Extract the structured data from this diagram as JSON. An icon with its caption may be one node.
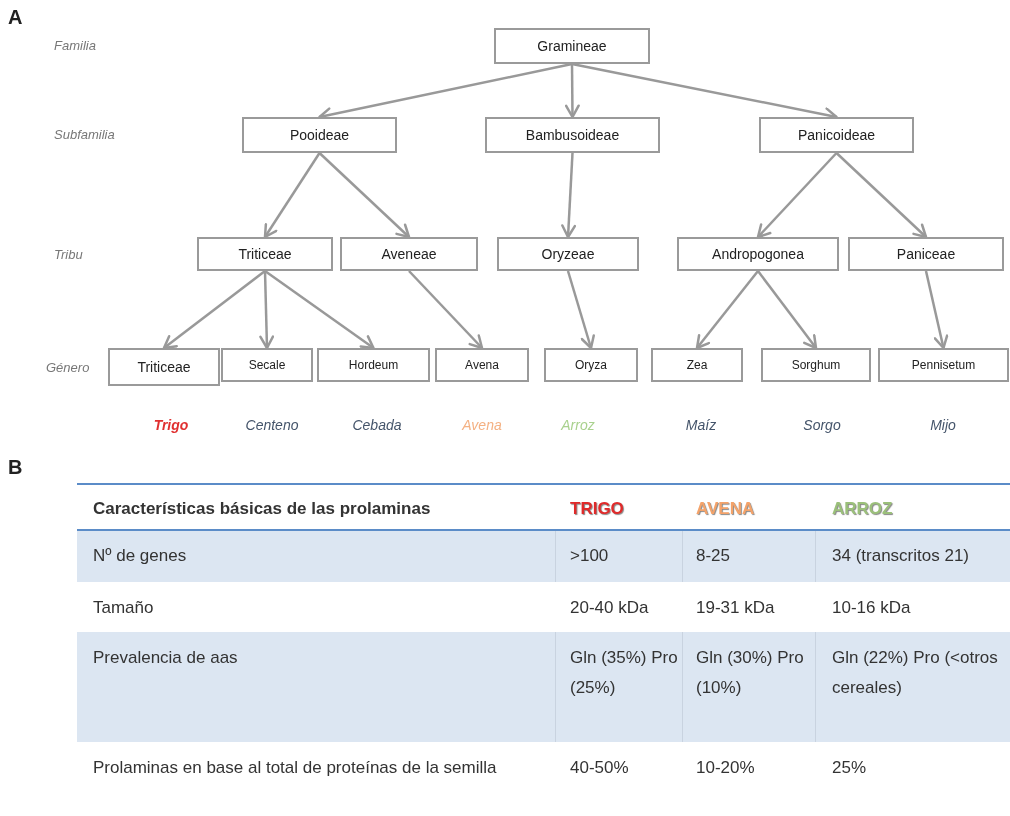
{
  "diagram": {
    "nodes": [
      {
        "text": [
          "Gramineae"
        ]
      },
      {
        "text": [
          "Pooideae"
        ]
      },
      {
        "text": [
          "Bambusoideae"
        ]
      },
      {
        "text": [
          "Panicoideae"
        ]
      },
      {
        "text": [
          "Triticeae"
        ]
      },
      {
        "text": [
          "Aveneae"
        ]
      },
      {
        "text": [
          "Oryzeae"
        ]
      },
      {
        "text": [
          "Andropogonea"
        ]
      },
      {
        "text": [
          "Paniceae"
        ]
      },
      {
        "text": [
          "Triticeae"
        ]
      },
      {
        "text": [
          "Secale"
        ]
      },
      {
        "text": [
          "Hordeum"
        ]
      },
      {
        "text": [
          "Avena"
        ]
      },
      {
        "text": [
          "Oryza"
        ]
      },
      {
        "text": [
          "Zea"
        ]
      },
      {
        "text": [
          "Sorghum"
        ]
      },
      {
        "text": [
          "Pennisetum"
        ]
      }
    ],
    "edges": [
      {
        "from": 0,
        "to": 1,
        "arrow": "to"
      },
      {
        "from": 0,
        "to": 2,
        "arrow": "to"
      },
      {
        "from": 0,
        "to": 3,
        "arrow": "to"
      },
      {
        "from": 1,
        "to": 4,
        "arrow": "to"
      },
      {
        "from": 1,
        "to": 5,
        "arrow": "to"
      },
      {
        "from": 2,
        "to": 6,
        "arrow": "to"
      },
      {
        "from": 3,
        "to": 7,
        "arrow": "to"
      },
      {
        "from": 3,
        "to": 8,
        "arrow": "to"
      },
      {
        "from": 4,
        "to": 9,
        "arrow": "to"
      },
      {
        "from": 4,
        "to": 10,
        "arrow": "to"
      },
      {
        "from": 4,
        "to": 11,
        "arrow": "to"
      },
      {
        "from": 5,
        "to": 12,
        "arrow": "to"
      },
      {
        "from": 6,
        "to": 13,
        "arrow": "to"
      },
      {
        "from": 7,
        "to": 14,
        "arrow": "to"
      },
      {
        "from": 7,
        "to": 15,
        "arrow": "to"
      },
      {
        "from": 8,
        "to": 16,
        "arrow": "to"
      }
    ],
    "labels": [
      "A",
      "Familia",
      "Subfamilia",
      "Tribu",
      "Género",
      "Trigo",
      "Centeno",
      "Cebada",
      "Avena",
      "Arroz",
      "Maíz",
      "Sorgo",
      "Mijo",
      "B",
      "Características básicas de las prolaminas",
      "TRIGO",
      "AVENA",
      "ARROZ",
      "Nº de genes",
      ">100",
      "8-25",
      "34 (transcritos 21)",
      "Tamaño",
      "20-40 kDa",
      "19-31 kDa",
      "10-16 kDa",
      "Prevalencia de aas",
      "Gln (35%) Pro (25%)",
      "Gln (30%) Pro (10%)",
      "Gln (22%) Pro (<otros cereales)",
      "Prolaminas en base al total de proteínas de la semilla",
      "40-50%",
      "10-20%",
      "25%"
    ]
  }
}
